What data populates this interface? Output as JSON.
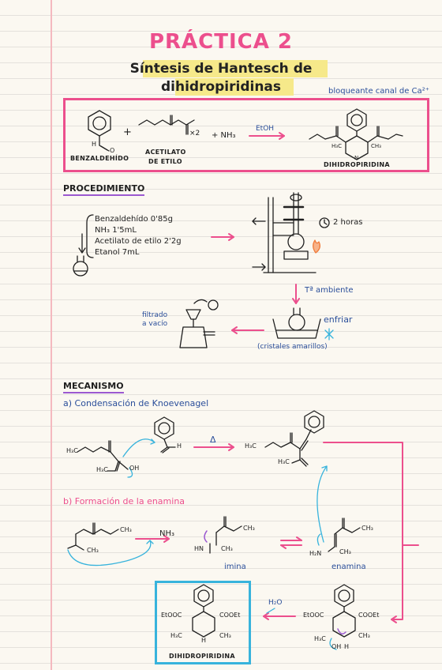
{
  "title": "PRÁCTICA 2",
  "subtitle_line1": "Síntesis de Hantesch de",
  "subtitle_line2": "dihidropiridinas",
  "note_top": "bloqueante canal de Ca²⁺",
  "reaction": {
    "reactant1": "BENZALDEHÍDO",
    "reactant2_line1": "ACETILATO",
    "reactant2_line2": "DE ETILO",
    "times2": "×2",
    "plus1": "+",
    "plus2": "+ NH₃",
    "solvent": "EtOH",
    "product": "DIHIDROPIRIDINA",
    "h3c_left": "H₃C",
    "ch3_right": "CH₃",
    "n_label": "N",
    "h_label": "H",
    "h_ald": "H",
    "o_ald": "O"
  },
  "procedure": {
    "heading": "PROCEDIMIENTO",
    "items": [
      "Benzaldehído 0'85g",
      "NH₃ 1'5mL",
      "Acetilato de etilo 2'2g",
      "Etanol 7mL"
    ],
    "time": "2 horas",
    "room_temp": "Tª ambiente",
    "cool": "enfriar",
    "crystals": "(cristales amarillos)",
    "filter_line1": "filtrado",
    "filter_line2": "a vacío"
  },
  "mechanism": {
    "heading": "MECANISMO",
    "step_a": "a) Condensación de Knoevenagel",
    "step_b": "b) Formación de la enamina",
    "delta": "Δ",
    "nh3": "NH₃",
    "imine_label": "imina",
    "enamine_label": "enamina",
    "h2o": "H₂O",
    "product": "DIHIDROPIRIDINA",
    "h3c": "H₃C",
    "ch3": "CH₃",
    "oh": "OH",
    "h": "H",
    "h2n": "H₂N",
    "hn": "HN",
    "etooc": "EtOOC",
    "cooet": "COOEt"
  }
}
